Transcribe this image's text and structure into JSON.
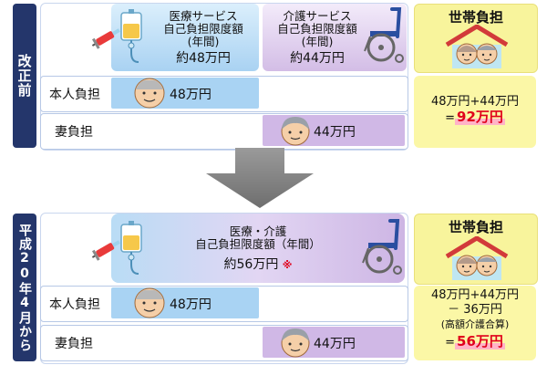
{
  "before": {
    "tab_label": "改正前",
    "medical_card": {
      "line1": "医療サービス",
      "line2": "自己負担限度額",
      "line3": "(年間)",
      "amount": "約48万円"
    },
    "care_card": {
      "line1": "介護サービス",
      "line2": "自己負担限度額",
      "line3": "(年間)",
      "amount": "約44万円"
    },
    "household_title": "世帯負担",
    "self_row": {
      "label": "本人負担",
      "amount": "48万円"
    },
    "wife_row": {
      "label": "妻負担",
      "amount": "44万円"
    },
    "calc_line1": "48万円+44万円",
    "calc_eq": "=",
    "calc_total": "92万円"
  },
  "after": {
    "tab_label": "平成20年4月から",
    "combined_card": {
      "line1": "医療・介護",
      "line2": "自己負担限度額（年間）",
      "amount": "約56万円",
      "mark": "※"
    },
    "household_title": "世帯負担",
    "self_row": {
      "label": "本人負担",
      "amount": "48万円"
    },
    "wife_row": {
      "label": "妻負担",
      "amount": "44万円"
    },
    "calc_line1": "48万円+44万円",
    "calc_line2": "－ 36万円",
    "calc_line3": "(高額介護合算)",
    "calc_eq": "=",
    "calc_total": "56万円"
  },
  "colors": {
    "navy": "#24366b",
    "red": "#e0001b",
    "blue_bar": "#a9d3f3",
    "purple_bar": "#d0b8e6",
    "yellow": "#fbf7a6"
  },
  "icons": [
    "iv-drip-icon",
    "syringe-icon",
    "wheelchair-icon",
    "elderly-couple-icon",
    "elderly-man-icon",
    "elderly-woman-icon",
    "down-arrow-icon"
  ]
}
